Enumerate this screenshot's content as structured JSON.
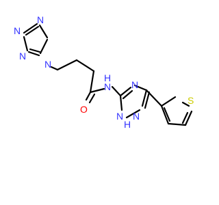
{
  "molecule": {
    "atoms": {
      "tetrazole_n1": "N",
      "tetrazole_n2": "N",
      "tetrazole_n3": "N",
      "tetrazole_n4": "N",
      "amide_o": "O",
      "amide_nh": "N",
      "amide_h": "H",
      "triazole_n_top": "N",
      "triazole_n_left": "N",
      "triazole_nh": "N",
      "triazole_h": "H",
      "thiophene_s": "S"
    },
    "colors": {
      "nitrogen": "#3333ff",
      "oxygen": "#ff0000",
      "sulfur": "#cccc00",
      "bond": "#000000"
    }
  }
}
